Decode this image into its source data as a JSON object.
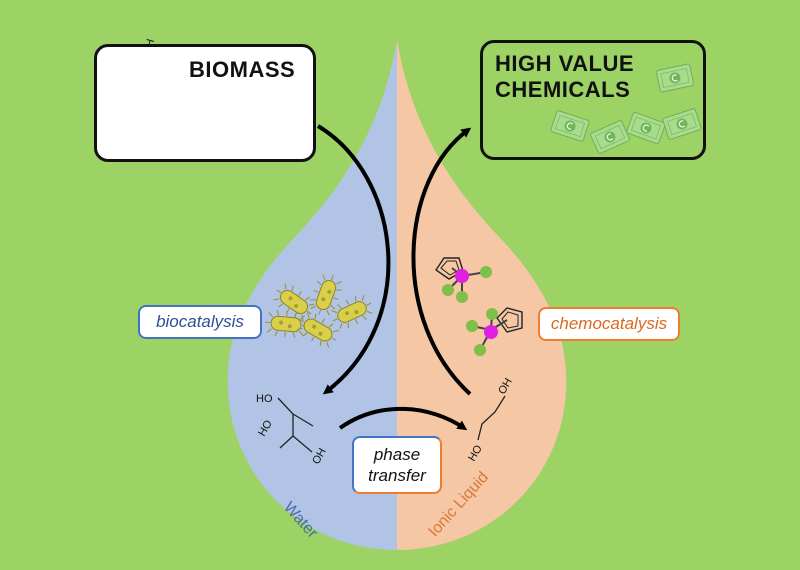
{
  "biomass": {
    "title": "BIOMASS"
  },
  "chemicals": {
    "title_line1": "HIGH VALUE",
    "title_line2": "CHEMICALS"
  },
  "labels": {
    "biocatalysis": "biocatalysis",
    "chemocatalysis": "chemocatalysis",
    "phase_transfer_line1": "phase",
    "phase_transfer_line2": "transfer",
    "water": "Water",
    "ionic_liquid": "Ionic Liquid"
  },
  "molecule_text": {
    "oh": "OH",
    "ho": "HO"
  },
  "colors": {
    "background": "#9dd364",
    "water_phase": "#b1c4e6",
    "ionic_liquid_phase": "#f5c7a4",
    "bio_accent": "#4472c4",
    "chemo_accent": "#ed7d31",
    "metal_atom": "#e21ee2",
    "ligand_atom": "#7fbf4a",
    "money": "#a8dc8c"
  }
}
